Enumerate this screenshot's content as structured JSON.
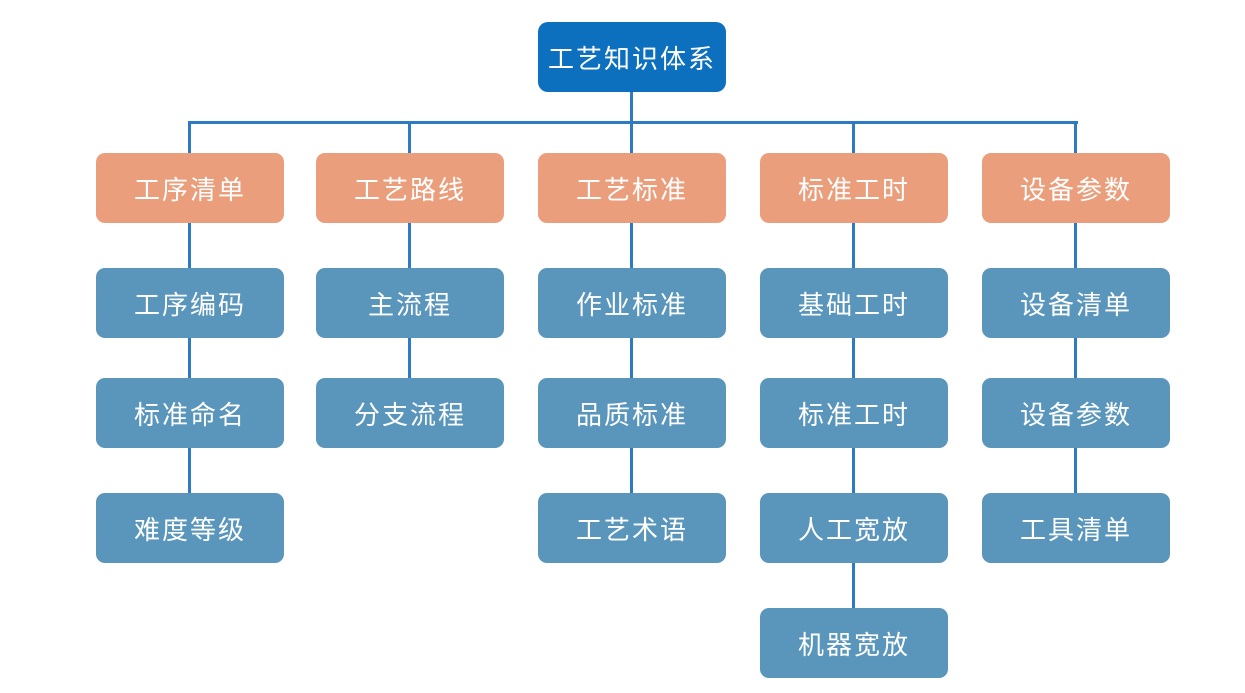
{
  "diagram": {
    "title": "工艺知识体系",
    "root": {
      "label": "工艺知识体系"
    },
    "branches": [
      {
        "label": "工序清单",
        "children": [
          {
            "label": "工序编码"
          },
          {
            "label": "标准命名"
          },
          {
            "label": "难度等级"
          }
        ]
      },
      {
        "label": "工艺路线",
        "children": [
          {
            "label": "主流程"
          },
          {
            "label": "分支流程"
          }
        ]
      },
      {
        "label": "工艺标准",
        "children": [
          {
            "label": "作业标准"
          },
          {
            "label": "品质标准"
          },
          {
            "label": "工艺术语"
          }
        ]
      },
      {
        "label": "标准工时",
        "children": [
          {
            "label": "基础工时"
          },
          {
            "label": "标准工时"
          },
          {
            "label": "人工宽放"
          },
          {
            "label": "机器宽放"
          }
        ]
      },
      {
        "label": "设备参数",
        "children": [
          {
            "label": "设备清单"
          },
          {
            "label": "设备参数"
          },
          {
            "label": "工具清单"
          }
        ]
      }
    ],
    "colors": {
      "root_bg": "#0D70BE",
      "branch_bg": "#EA9E7C",
      "child_bg": "#5A96BC",
      "line": "#2E7BC4",
      "text": "#FFFFFF"
    }
  }
}
